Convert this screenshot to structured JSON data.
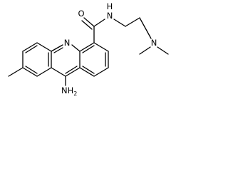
{
  "molecule": {
    "atoms": {
      "carbonyl_oxygen": "O",
      "amide_nitrogen": "N",
      "amide_hydrogen": "H",
      "ring_nitrogen": "N",
      "amine_nitrogen": "N",
      "amino_group": "NH",
      "amino_subscript": "2"
    }
  }
}
